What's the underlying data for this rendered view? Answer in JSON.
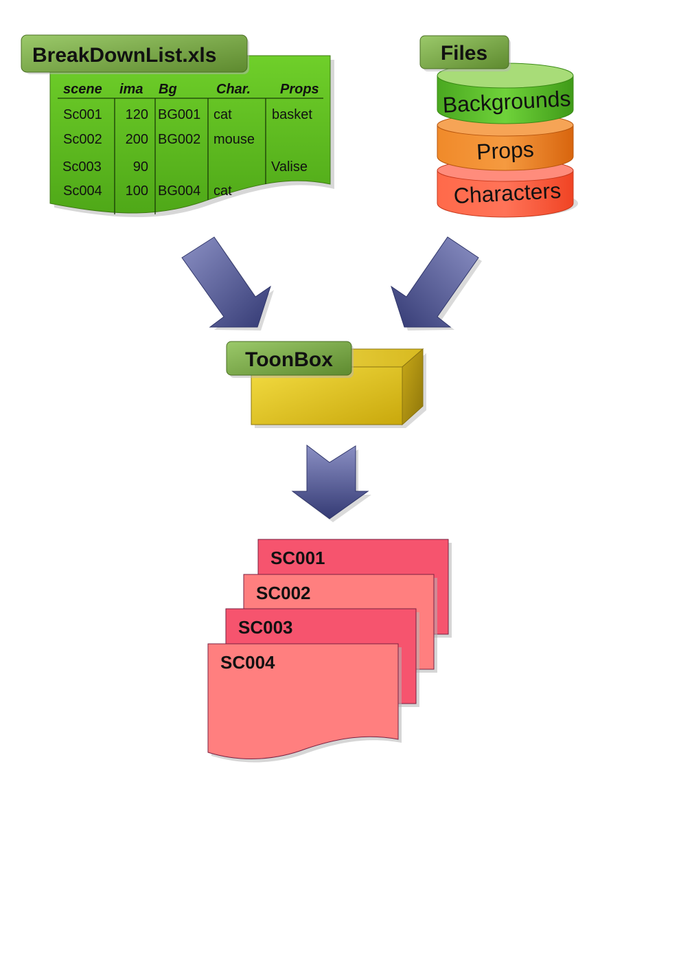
{
  "spreadsheet": {
    "title": "BreakDownList.xls",
    "headers": [
      "scene",
      "ima",
      "Bg",
      "Char.",
      "Props"
    ],
    "rows": [
      [
        "Sc001",
        "120",
        "BG001",
        "cat",
        "basket"
      ],
      [
        "Sc002",
        "200",
        "BG002",
        "mouse",
        ""
      ],
      [
        "Sc003",
        "90",
        "",
        "",
        "Valise"
      ],
      [
        "Sc004",
        "100",
        "BG004",
        "cat",
        ""
      ]
    ]
  },
  "files": {
    "title": "Files",
    "stack": [
      "Backgrounds",
      "Props",
      "Characters"
    ]
  },
  "process": {
    "title": "ToonBox"
  },
  "outputs": [
    "SC001",
    "SC002",
    "SC003",
    "SC004"
  ],
  "colors": {
    "green_sheet": "#5fbf1e",
    "tab_green": "#77a843",
    "box_yellow": "#e8cb2a",
    "arrow_blue": "#5a6199",
    "card_dark": "#f6546e",
    "card_light": "#ff7f7f",
    "cyl_green": "#5cb82c",
    "cyl_orange": "#e8781e",
    "cyl_red": "#ff5a3a"
  }
}
